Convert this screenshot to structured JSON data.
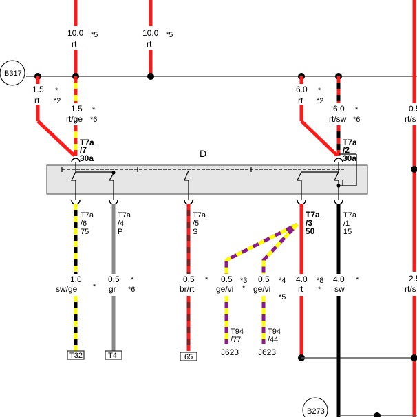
{
  "colors": {
    "red": "#ff1a1a",
    "yellow": "#ffff00",
    "black": "#000000",
    "gray": "#888888",
    "purple": "#8b1a8b",
    "box_fill": "#e6e6e6",
    "bus": "#555555"
  },
  "component": {
    "label": "D"
  },
  "nodes": {
    "b317": "B317",
    "b273": "B273"
  },
  "top_wires": [
    {
      "gauge": "10.0",
      "color": "rt",
      "note": "*5"
    },
    {
      "gauge": "10.0",
      "color": "rt",
      "note": "*5"
    }
  ],
  "bus_wires": {
    "left": {
      "gauge": "1.5",
      "color": "rt",
      "note1": "*",
      "note2": "*2"
    },
    "right": {
      "gauge": "6.0",
      "color": "rt",
      "note1": "*",
      "note2": "*2"
    }
  },
  "upper_wires": [
    {
      "gauge": "1.5",
      "color": "rt/ge",
      "note1": "*",
      "note2": "*6"
    },
    {
      "gauge": "6.0",
      "color": "rt/sw",
      "note1": "*",
      "note2": "*6"
    }
  ],
  "right_edge": {
    "top": {
      "gauge": "0.5",
      "color": "rt/s"
    },
    "bottom": {
      "gauge": "2.5",
      "color": "rt/s"
    }
  },
  "top_pins": [
    {
      "conn": "T7a",
      "pin": "/7",
      "term": "30a"
    },
    {
      "conn": "T7a",
      "pin": "/2",
      "term": "30a"
    }
  ],
  "bottom_pins": [
    {
      "conn": "T7a",
      "pin": "/6",
      "term": "75"
    },
    {
      "conn": "T7a",
      "pin": "/4",
      "term": "P"
    },
    {
      "conn": "T7a",
      "pin": "/5",
      "term": "S"
    },
    {
      "conn": "T7a",
      "pin": "/3",
      "term": "50"
    },
    {
      "conn": "T7a",
      "pin": "/1",
      "term": "15"
    }
  ],
  "lower_wires": [
    {
      "gauge": "1.0",
      "color": "sw/ge",
      "note1": "*",
      "note2": ""
    },
    {
      "gauge": "0.5",
      "color": "gr",
      "note1": "*",
      "note2": "*6"
    },
    {
      "gauge": "0.5",
      "color": "br/rt",
      "note1": "*",
      "note2": ""
    },
    {
      "gauge": "0.5",
      "color": "ge/vi",
      "note1": "*3",
      "note2": "*"
    },
    {
      "gauge": "0.5",
      "color": "ge/vi",
      "note1": "*4",
      "note2": "*5"
    },
    {
      "gauge": "4.0",
      "color": "rt",
      "note1": "*8",
      "note2": "*"
    },
    {
      "gauge": "4.0",
      "color": "sw",
      "note1": "*",
      "note2": ""
    }
  ],
  "terminals": [
    "T32",
    "T4",
    "65"
  ],
  "connectors": [
    {
      "conn": "T94",
      "pin": "/77",
      "unit": "J623"
    },
    {
      "conn": "T94",
      "pin": "/44",
      "unit": "J623"
    }
  ]
}
